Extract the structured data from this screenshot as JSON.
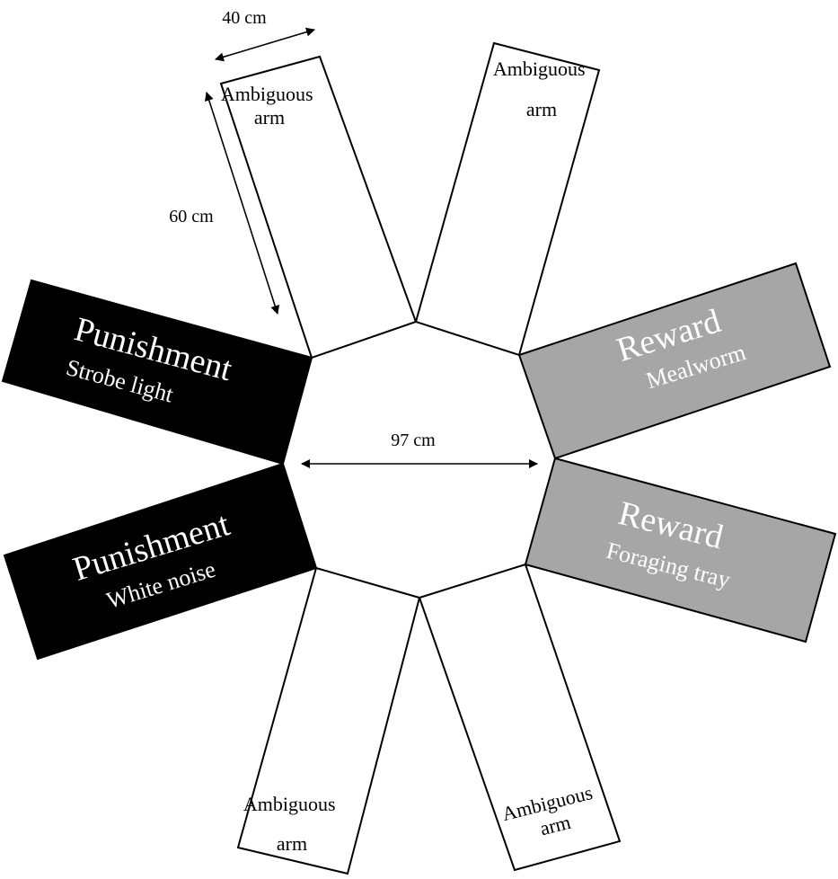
{
  "colors": {
    "punishment_fill": "#000000",
    "reward_fill": "#a6a6a6",
    "ambiguous_fill": "#ffffff",
    "label_on_dark": "#ffffff",
    "outline": "#000000"
  },
  "arms": {
    "ambiguous_top_left": {
      "line1": "Ambiguous",
      "line2": "arm"
    },
    "ambiguous_top_right": {
      "line1": "Ambiguous",
      "line2": "arm"
    },
    "ambiguous_bottom_left": {
      "line1": "Ambiguous",
      "line2": "arm"
    },
    "ambiguous_bottom_right": {
      "line1": "Ambiguous",
      "line2": "arm"
    },
    "punishment_strobe": {
      "title": "Punishment",
      "subtitle": "Strobe light"
    },
    "punishment_noise": {
      "title": "Punishment",
      "subtitle": "White noise"
    },
    "reward_mealworm": {
      "title": "Reward",
      "subtitle": "Mealworm"
    },
    "reward_tray": {
      "title": "Reward",
      "subtitle": "Foraging tray"
    }
  },
  "dimensions": {
    "arm_width": "40 cm",
    "arm_length": "60 cm",
    "hub_width": "97 cm"
  }
}
